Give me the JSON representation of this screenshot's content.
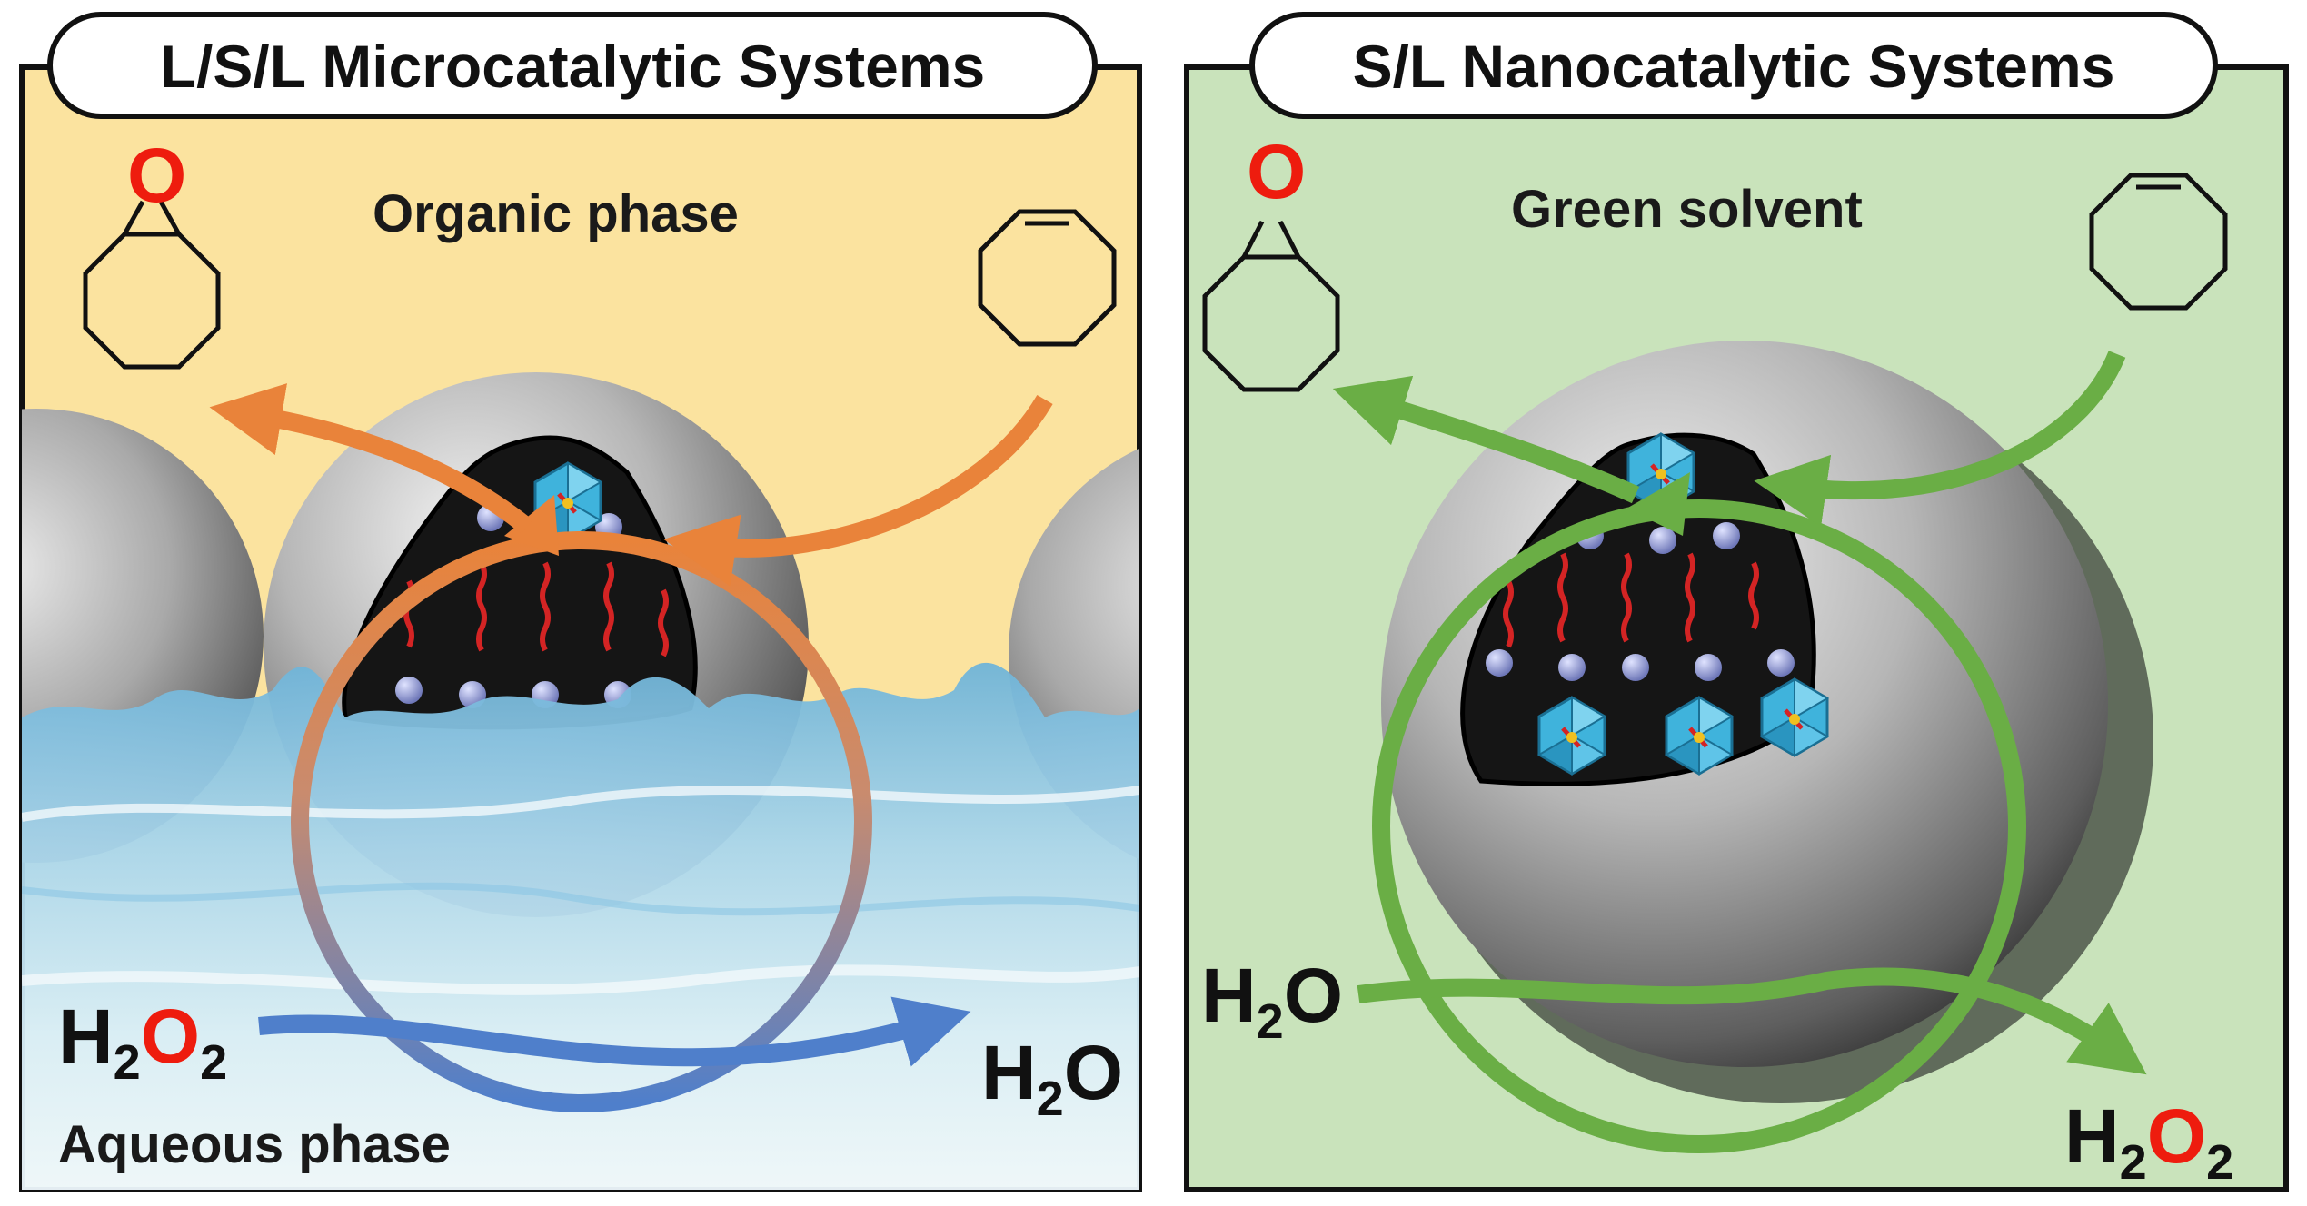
{
  "left_panel": {
    "title": "L/S/L Microcatalytic Systems",
    "upper_phase": "Organic phase",
    "lower_phase": "Aqueous phase",
    "reactant": {
      "h": "H",
      "sub": "2",
      "o": "O",
      "sub2": "2"
    },
    "product": {
      "h": "H",
      "sub": "2",
      "o": "O"
    },
    "epoxide_oxygen": "O"
  },
  "right_panel": {
    "title": "S/L Nanocatalytic Systems",
    "medium": "Green solvent",
    "reactant": {
      "h": "H",
      "sub": "2",
      "o": "O"
    },
    "product": {
      "h": "H",
      "sub": "2",
      "o": "O",
      "sub2": "2"
    },
    "epoxide_oxygen": "O"
  },
  "colors": {
    "organic_phase": "#fbe39f",
    "green_solvent": "#c9e3bb",
    "orange_arrow": "#e9833a",
    "blue_arrow": "#4f7fcb",
    "green_arrow": "#6aae45",
    "oxygen_red": "#ee1c0e",
    "polyoxometalate": "#3fb3dc",
    "alkyl_chain": "#d42424",
    "bead": "#8b93c9"
  }
}
